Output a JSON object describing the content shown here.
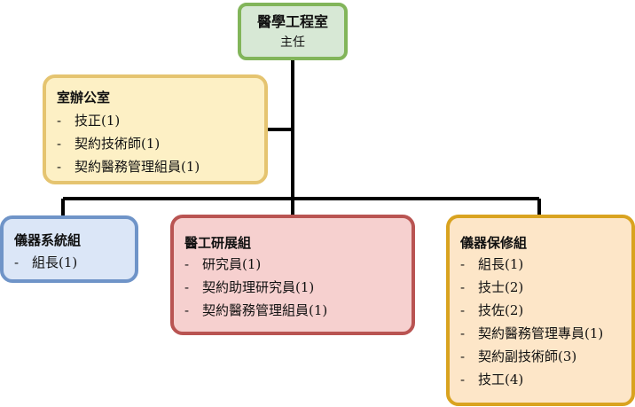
{
  "colors": {
    "line": "#000000",
    "root_fill": "#d7e8d5",
    "root_border": "#82b55a",
    "office_fill": "#fdf0c5",
    "office_border": "#e5c470",
    "sys_fill": "#dbe6f7",
    "sys_border": "#6f94c8",
    "rd_fill": "#f6d0cf",
    "rd_border": "#b95452",
    "maint_fill": "#fde6c8",
    "maint_border": "#d9a320"
  },
  "root": {
    "title": "醫學工程室",
    "subtitle": "主任"
  },
  "office": {
    "title": "室辦公室",
    "dash": "-",
    "items": [
      "技正(1)",
      "契約技術師(1)",
      "契約醫務管理組員(1)"
    ]
  },
  "units": {
    "systems": {
      "title": "儀器系統組",
      "dash": "-",
      "items": [
        "組長(1)"
      ]
    },
    "rd": {
      "title": "醫工研展組",
      "dash": "-",
      "items": [
        "研究員(1)",
        "契約助理研究員(1)",
        "契約醫務管理組員(1)"
      ]
    },
    "maintenance": {
      "title": "儀器保修組",
      "dash": "-",
      "items": [
        "組長(1)",
        "技士(2)",
        "技佐(2)",
        "契約醫務管理專員(1)",
        "契約副技術師(3)",
        "技工(4)"
      ]
    }
  }
}
